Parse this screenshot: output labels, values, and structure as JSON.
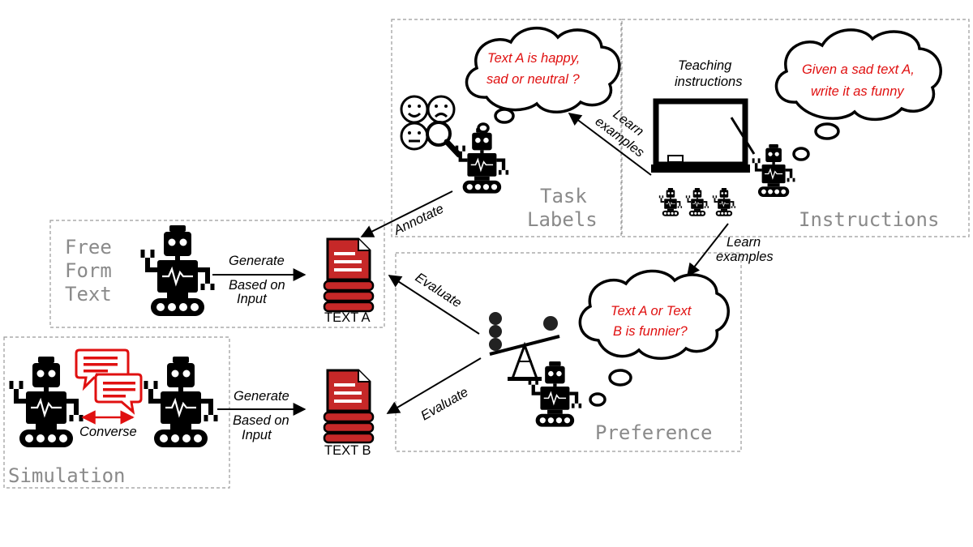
{
  "sections": {
    "free_form": [
      "Free",
      "Form",
      "Text"
    ],
    "simulation": "Simulation",
    "task_labels": [
      "Task",
      "Labels"
    ],
    "instructions": "Instructions",
    "preference": "Preference"
  },
  "labels": {
    "generate_a": "Generate",
    "based_on_a": "Based on",
    "input_a": "Input",
    "generate_b": "Generate",
    "based_on_b": "Based on",
    "input_b": "Input",
    "converse": "Converse",
    "text_a": "TEXT A",
    "text_b": "TEXT B",
    "annotate": "Annotate",
    "evaluate_top": "Evaluate",
    "evaluate_bottom": "Evaluate",
    "learn_1": "Learn",
    "examples_1": "examples",
    "learn_2": "Learn",
    "examples_2": "examples",
    "teaching_1": "Teaching",
    "teaching_2": "instructions"
  },
  "bubbles": {
    "task": [
      "Text A is happy,",
      "sad or neutral ?"
    ],
    "instructions": [
      "Given a sad text A,",
      "write it as funny"
    ],
    "preference": [
      "Text A or Text",
      "B is funnier?"
    ]
  },
  "colors": {
    "accent": "#e01010",
    "doc_red": "#c62828",
    "gray_label": "#8a8a8a"
  },
  "icons": [
    "robot-icon",
    "document-stack-icon",
    "chat-bubbles-icon",
    "emoji-faces-icon",
    "magnifier-icon",
    "chalkboard-icon",
    "balance-scale-icon",
    "thought-cloud-icon"
  ]
}
